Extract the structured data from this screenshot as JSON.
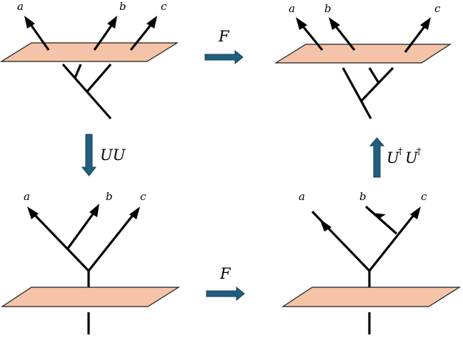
{
  "labels": {
    "a": "a",
    "b": "b",
    "c": "c"
  },
  "operators": {
    "top_arrow": "F",
    "bottom_arrow": "F",
    "left_down": "UU",
    "right_up_U": "U",
    "right_up_dagger": "†"
  },
  "colors": {
    "plane_fill": "#f5c4a8",
    "arrow_fill": "#1f5f7f"
  }
}
